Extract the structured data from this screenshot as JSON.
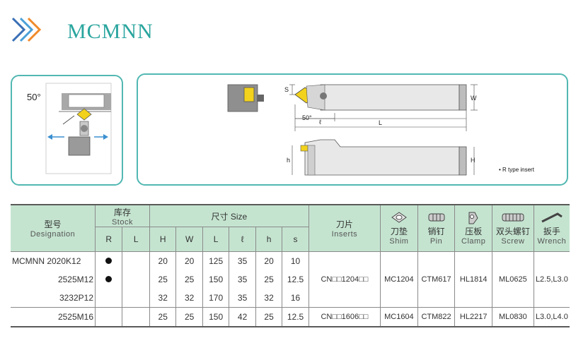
{
  "title": "MCMNN",
  "diagram": {
    "angle": "50°",
    "dims": {
      "s": "S",
      "w": "W",
      "l_small": "ℓ",
      "l": "L",
      "h_small": "h",
      "h": "H",
      "angle_small": "50°"
    },
    "note": "• R type insert"
  },
  "table": {
    "designation_cn": "型号",
    "designation_en": "Designation",
    "stock_cn": "库存",
    "stock_en": "Stock",
    "stock_cols": [
      "R",
      "L"
    ],
    "size_label": "尺寸 Size",
    "size_cols": [
      "H",
      "W",
      "L",
      "ℓ",
      "h",
      "s"
    ],
    "inserts_cn": "刀片",
    "inserts_en": "Inserts",
    "parts": [
      {
        "icon": "shim-icon",
        "cn": "刀垫",
        "en": "Shim"
      },
      {
        "icon": "pin-icon",
        "cn": "销钉",
        "en": "Pin"
      },
      {
        "icon": "clamp-icon",
        "cn": "压板",
        "en": "Clamp"
      },
      {
        "icon": "double-screw-icon",
        "cn": "双头螺钉",
        "en": "Screw"
      },
      {
        "icon": "wrench-icon",
        "cn": "扳手",
        "en": "Wrench"
      }
    ],
    "rows": [
      {
        "designation": "MCMNN 2020K12",
        "r": true,
        "l": false,
        "H": "20",
        "W": "20",
        "L": "125",
        "l_small": "35",
        "h": "20",
        "s": "10"
      },
      {
        "designation": "2525M12",
        "r": true,
        "l": false,
        "H": "25",
        "W": "25",
        "L": "150",
        "l_small": "35",
        "h": "25",
        "s": "12.5"
      },
      {
        "designation": "3232P12",
        "r": false,
        "l": false,
        "H": "32",
        "W": "32",
        "L": "170",
        "l_small": "35",
        "h": "32",
        "s": "16"
      },
      {
        "designation": "2525M16",
        "r": false,
        "l": false,
        "H": "25",
        "W": "25",
        "L": "150",
        "l_small": "42",
        "h": "25",
        "s": "12.5"
      }
    ],
    "group1": {
      "insert": "CN□□1204□□",
      "shim": "MC1204",
      "pin": "CTM617",
      "clamp": "HL1814",
      "screw": "ML0625",
      "wrench": "L2.5,L3.0"
    },
    "group2": {
      "insert": "CN□□1606□□",
      "shim": "MC1604",
      "pin": "CTM822",
      "clamp": "HL2217",
      "screw": "ML0830",
      "wrench": "L3.0,L4.0"
    }
  },
  "colors": {
    "accent": "#2aa59e",
    "border": "#52b8b2",
    "header": "#c5e4d0",
    "insert": "#f2d21c"
  }
}
